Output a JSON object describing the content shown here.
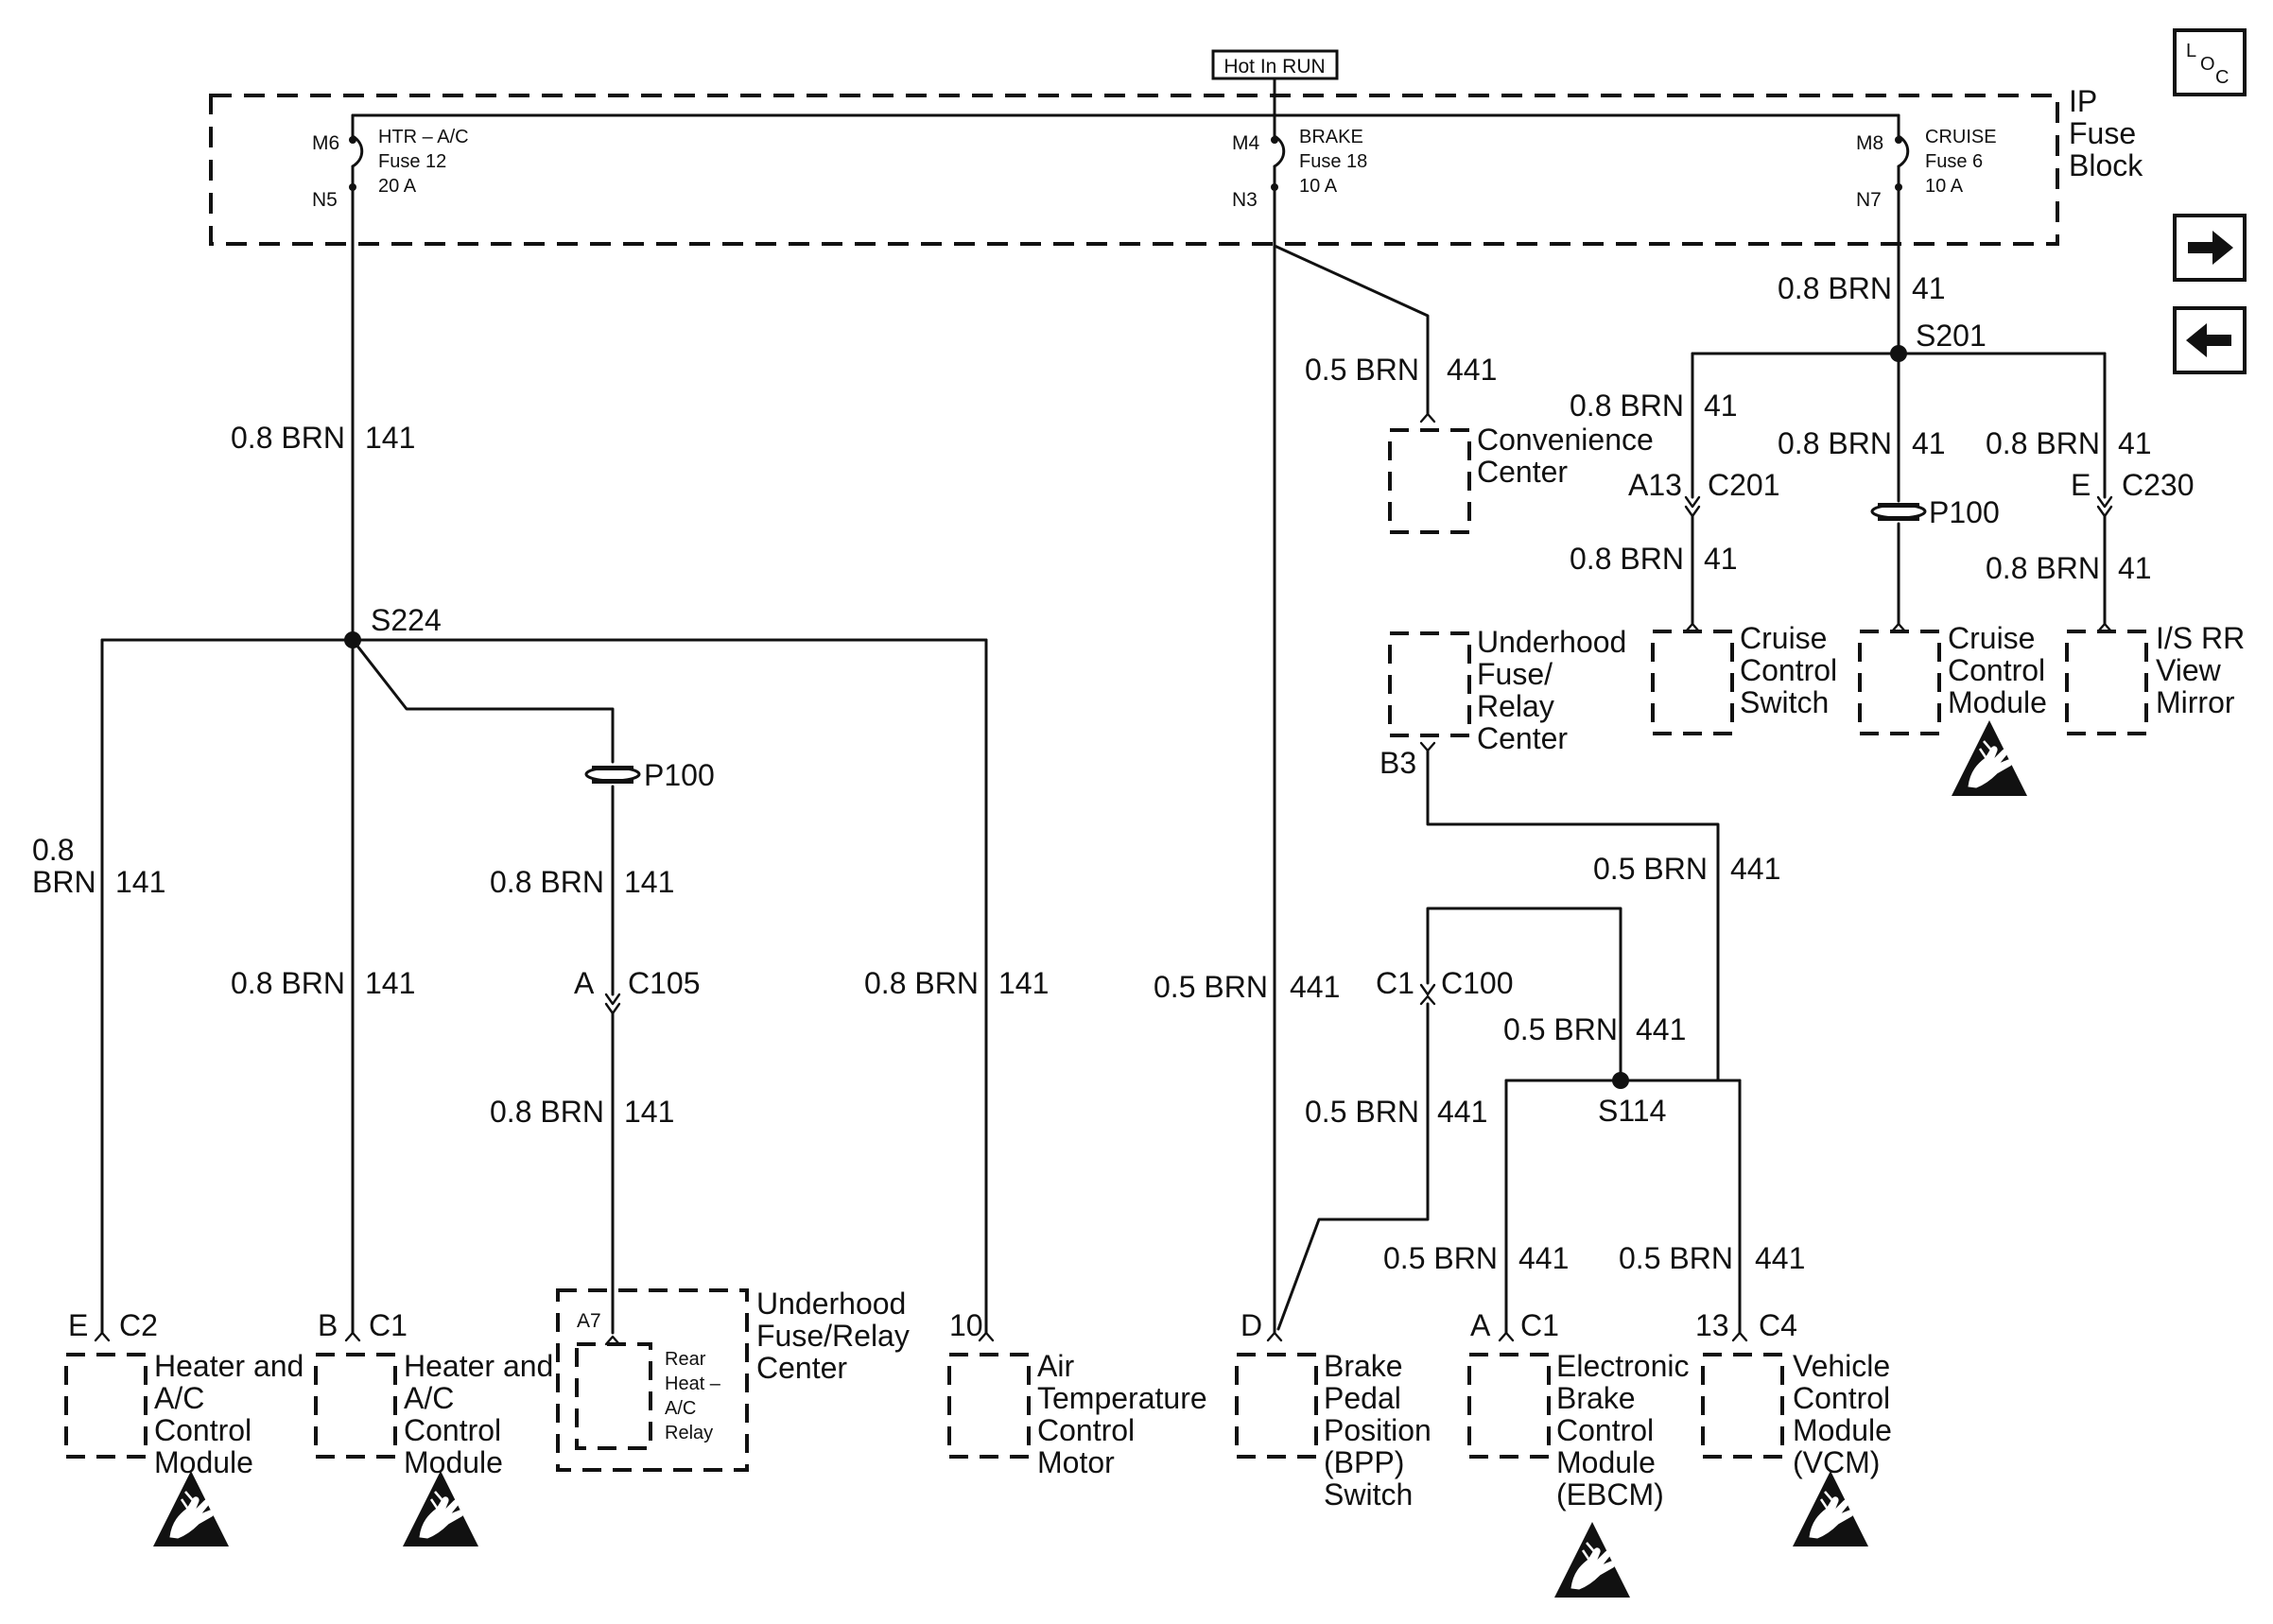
{
  "hot_in_run": "Hot In RUN",
  "ip_fuse_block": [
    "IP",
    "Fuse",
    "Block"
  ],
  "loc_icon": {
    "l": "L",
    "o": "O",
    "c": "C"
  },
  "fuses": {
    "htr": {
      "in_pin": "M6",
      "out_pin": "N5",
      "lines": [
        "HTR – A/C",
        "Fuse 12",
        "20 A"
      ]
    },
    "brake": {
      "in_pin": "M4",
      "out_pin": "N3",
      "lines": [
        "BRAKE",
        "Fuse 18",
        "10 A"
      ]
    },
    "cruise": {
      "in_pin": "M8",
      "out_pin": "N7",
      "lines": [
        "CRUISE",
        "Fuse 6",
        "10 A"
      ]
    }
  },
  "wires": {
    "w141": "0.8 BRN",
    "w141_left": [
      "0.8",
      "BRN"
    ],
    "n141": "141",
    "w441": "0.5 BRN",
    "n441": "441",
    "w41": "0.8 BRN",
    "n41": "41"
  },
  "splices": {
    "s224": "S224",
    "s201": "S201",
    "s114": "S114"
  },
  "inline": {
    "p100": "P100",
    "c105": "C105",
    "c105_pin": "A",
    "c201": "C201",
    "c201_pin": "A13",
    "c230": "C230",
    "c230_pin": "E",
    "c100": "C100",
    "c100_pin": "C1"
  },
  "components": {
    "hvac_e": {
      "pin": "E",
      "conn": "C2",
      "lines": [
        "Heater and",
        "A/C",
        "Control",
        "Module"
      ]
    },
    "hvac_b": {
      "pin": "B",
      "conn": "C1",
      "lines": [
        "Heater and",
        "A/C",
        "Control",
        "Module"
      ]
    },
    "rear_relay": {
      "pin": "A7",
      "outer_lines": [
        "Underhood",
        "Fuse/Relay",
        "Center"
      ],
      "inner_lines": [
        "Rear",
        "Heat –",
        "A/C",
        "Relay"
      ]
    },
    "air_temp": {
      "pin": "10",
      "lines": [
        "Air",
        "Temperature",
        "Control",
        "Motor"
      ]
    },
    "bpp": {
      "pin": "D",
      "lines": [
        "Brake",
        "Pedal",
        "Position",
        "(BPP)",
        "Switch"
      ]
    },
    "ebcm": {
      "pin": "A",
      "conn": "C1",
      "lines": [
        "Electronic",
        "Brake",
        "Control",
        "Module",
        "(EBCM)"
      ]
    },
    "vcm": {
      "pin": "13",
      "conn": "C4",
      "lines": [
        "Vehicle",
        "Control",
        "Module",
        "(VCM)"
      ]
    },
    "convenience": {
      "lines": [
        "Convenience",
        "Center"
      ]
    },
    "underhood_b3": {
      "pin": "B3",
      "lines": [
        "Underhood",
        "Fuse/",
        "Relay",
        "Center"
      ]
    },
    "cruise_switch": {
      "lines": [
        "Cruise",
        "Control",
        "Switch"
      ]
    },
    "cruise_module": {
      "lines": [
        "Cruise",
        "Control",
        "Module"
      ]
    },
    "mirror": {
      "lines": [
        "I/S RR",
        "View",
        "Mirror"
      ]
    }
  }
}
